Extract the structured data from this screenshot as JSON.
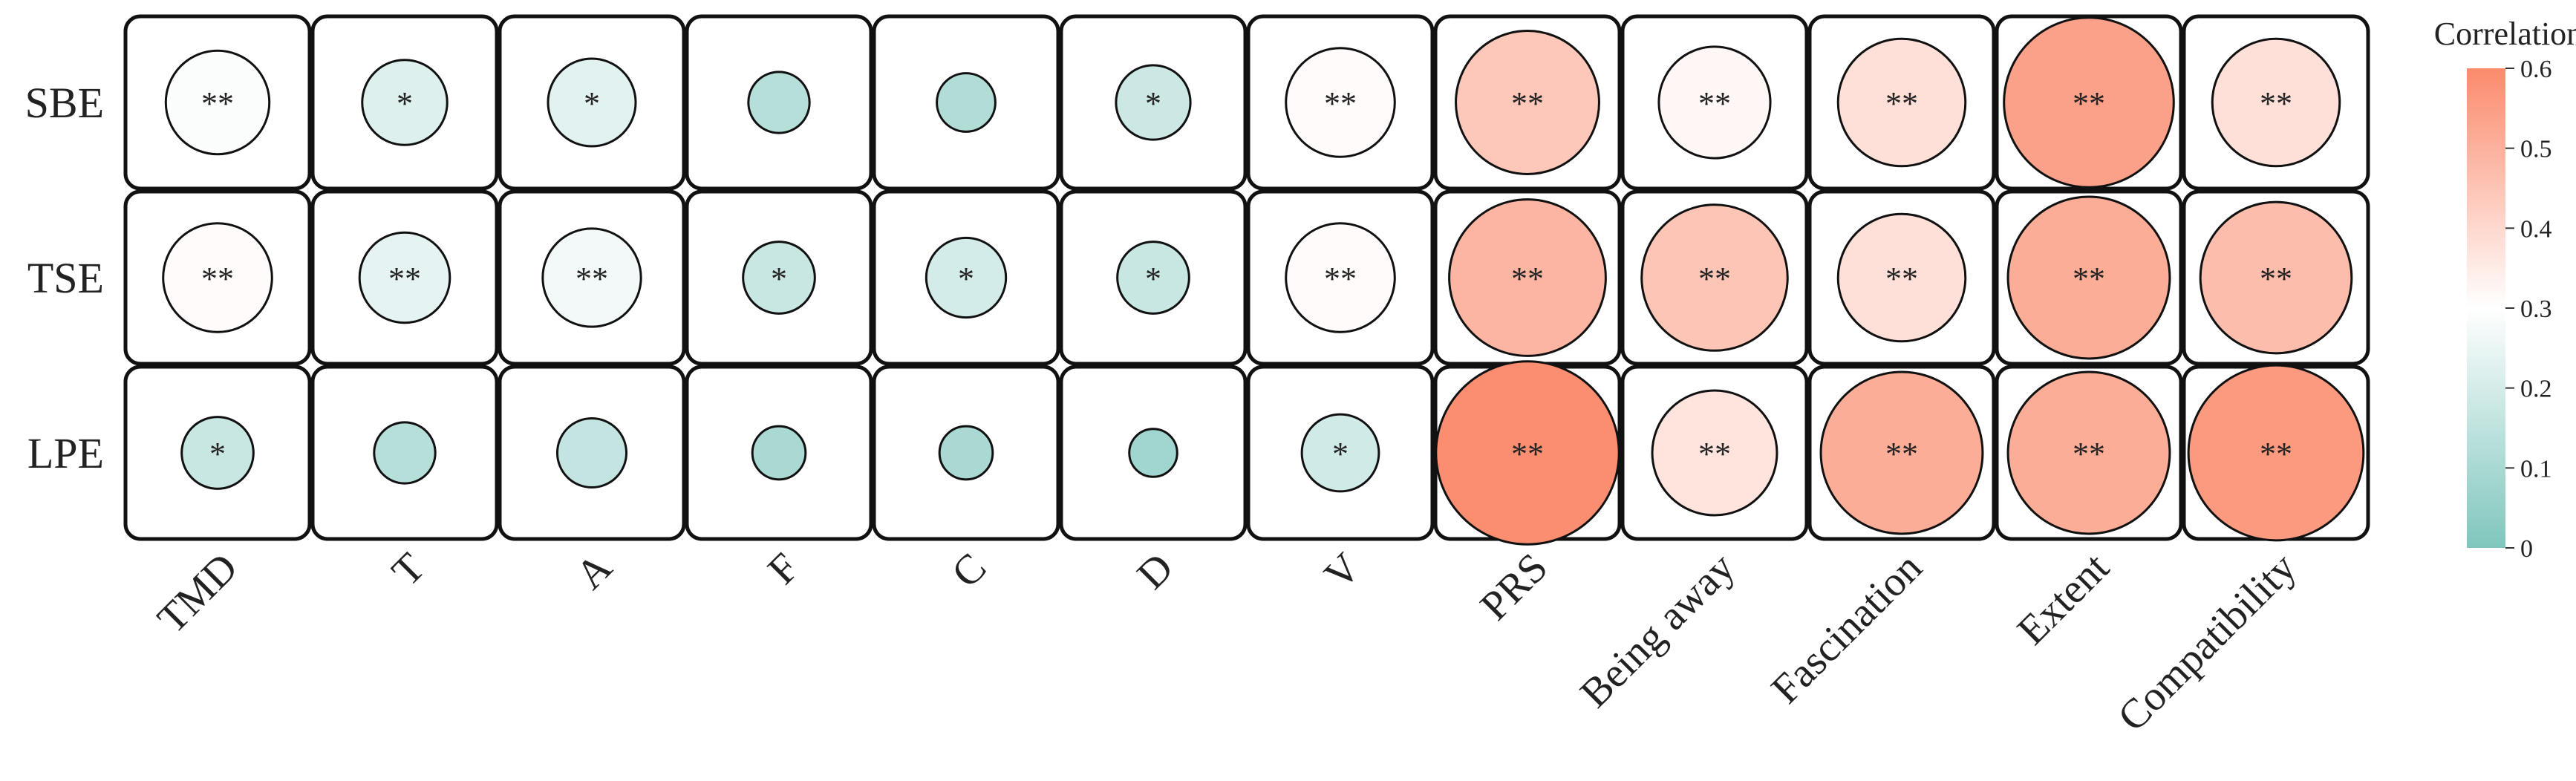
{
  "chart_data": {
    "type": "heatmap",
    "marker": "circle",
    "rows": [
      "SBE",
      "TSE",
      "LPE"
    ],
    "columns": [
      "TMD",
      "T",
      "A",
      "F",
      "C",
      "D",
      "V",
      "PRS",
      "Being away",
      "Fascination",
      "Extent",
      "Compatibility"
    ],
    "values": [
      [
        0.29,
        0.22,
        0.23,
        0.13,
        0.12,
        0.18,
        0.31,
        0.44,
        0.32,
        0.38,
        0.54,
        0.38
      ],
      [
        0.31,
        0.24,
        0.27,
        0.17,
        0.2,
        0.17,
        0.31,
        0.49,
        0.45,
        0.38,
        0.51,
        0.47
      ],
      [
        0.17,
        0.13,
        0.16,
        0.1,
        0.1,
        0.08,
        0.19,
        0.59,
        0.37,
        0.51,
        0.51,
        0.56
      ]
    ],
    "significance": [
      [
        "**",
        "*",
        "*",
        "",
        "",
        "*",
        "**",
        "**",
        "**",
        "**",
        "**",
        "**"
      ],
      [
        "**",
        "**",
        "**",
        "*",
        "*",
        "*",
        "**",
        "**",
        "**",
        "**",
        "**",
        "**"
      ],
      [
        "*",
        "",
        "",
        "",
        "",
        "",
        "*",
        "**",
        "**",
        "**",
        "**",
        "**"
      ]
    ],
    "colorbar": {
      "title": "Correlation",
      "min": 0,
      "max": 0.6,
      "ticks": [
        "0",
        "0.1",
        "0.2",
        "0.3",
        "0.4",
        "0.5",
        "0.6"
      ],
      "low_color": "#7fc6bd",
      "mid_color": "#ffffff",
      "high_color": "#fb8a6c",
      "mid_value": 0.3
    }
  }
}
